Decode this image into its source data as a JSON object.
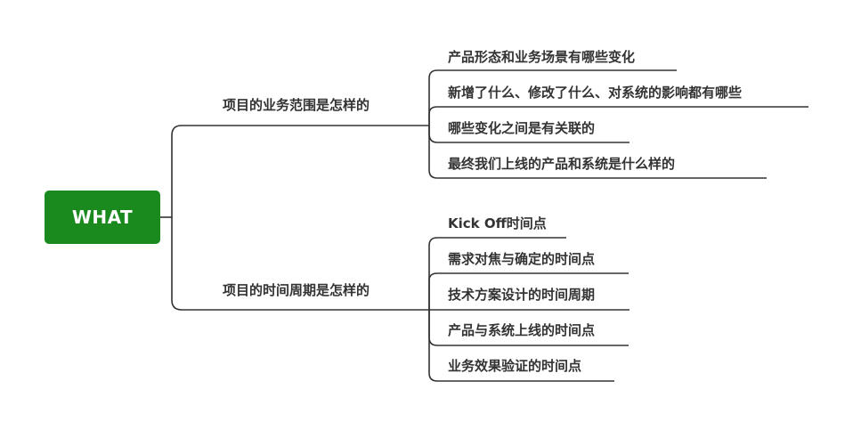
{
  "root": {
    "label": "WHAT"
  },
  "branches": [
    {
      "label": "项目的业务范围是怎样的",
      "children": [
        "产品形态和业务场景有哪些变化",
        "新增了什么、修改了什么、对系统的影响都有哪些",
        "哪些变化之间是有关联的",
        "最终我们上线的产品和系统是什么样的"
      ]
    },
    {
      "label": "项目的时间周期是怎样的",
      "children": [
        "Kick Off时间点",
        "需求对焦与确定的时间点",
        "技术方案设计的时间周期",
        "产品与系统上线的时间点",
        "业务效果验证的时间点"
      ]
    }
  ]
}
